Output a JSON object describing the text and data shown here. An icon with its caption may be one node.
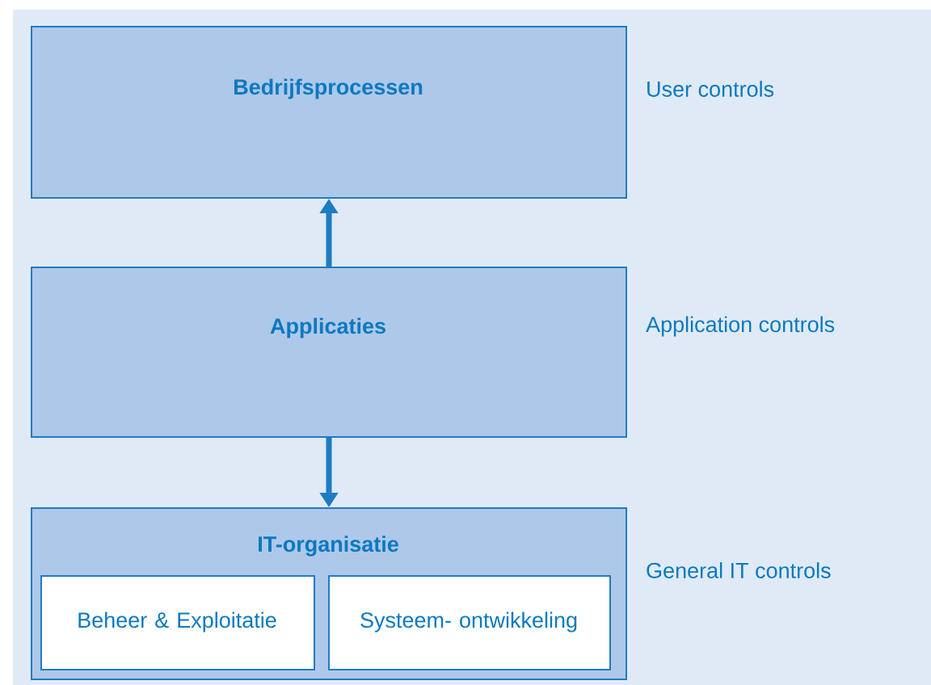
{
  "diagram": {
    "nodes": [
      {
        "text": [
          "Bedrijfsprocessen"
        ],
        "beside": [
          "User controls"
        ]
      },
      {
        "text": [
          "Applicaties"
        ],
        "beside": [
          "Application controls"
        ]
      },
      {
        "text": [
          "IT-organisatie"
        ],
        "beside": [
          "General IT controls"
        ]
      },
      {
        "text": [
          "Beheer & Exploitatie"
        ],
        "in": 2
      },
      {
        "text": [
          "Systeem- ontwikkeling"
        ],
        "in": 2
      }
    ],
    "edges": [
      {
        "from": 1,
        "to": 0,
        "arrow": "to"
      },
      {
        "from": 1,
        "to": 2,
        "arrow": "to"
      }
    ]
  }
}
